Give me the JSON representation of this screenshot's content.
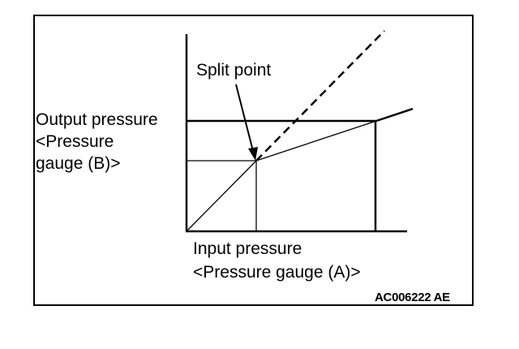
{
  "labels": {
    "split_point": "Split point",
    "output_pressure": "Output pressure",
    "output_gauge_line1": "<Pressure",
    "output_gauge_line2": "gauge (B)>",
    "input_pressure": "Input pressure",
    "input_gauge": "<Pressure gauge (A)>"
  },
  "figure_code": "AC006222 AE",
  "colors": {
    "line": "#000000",
    "background": "#ffffff"
  }
}
